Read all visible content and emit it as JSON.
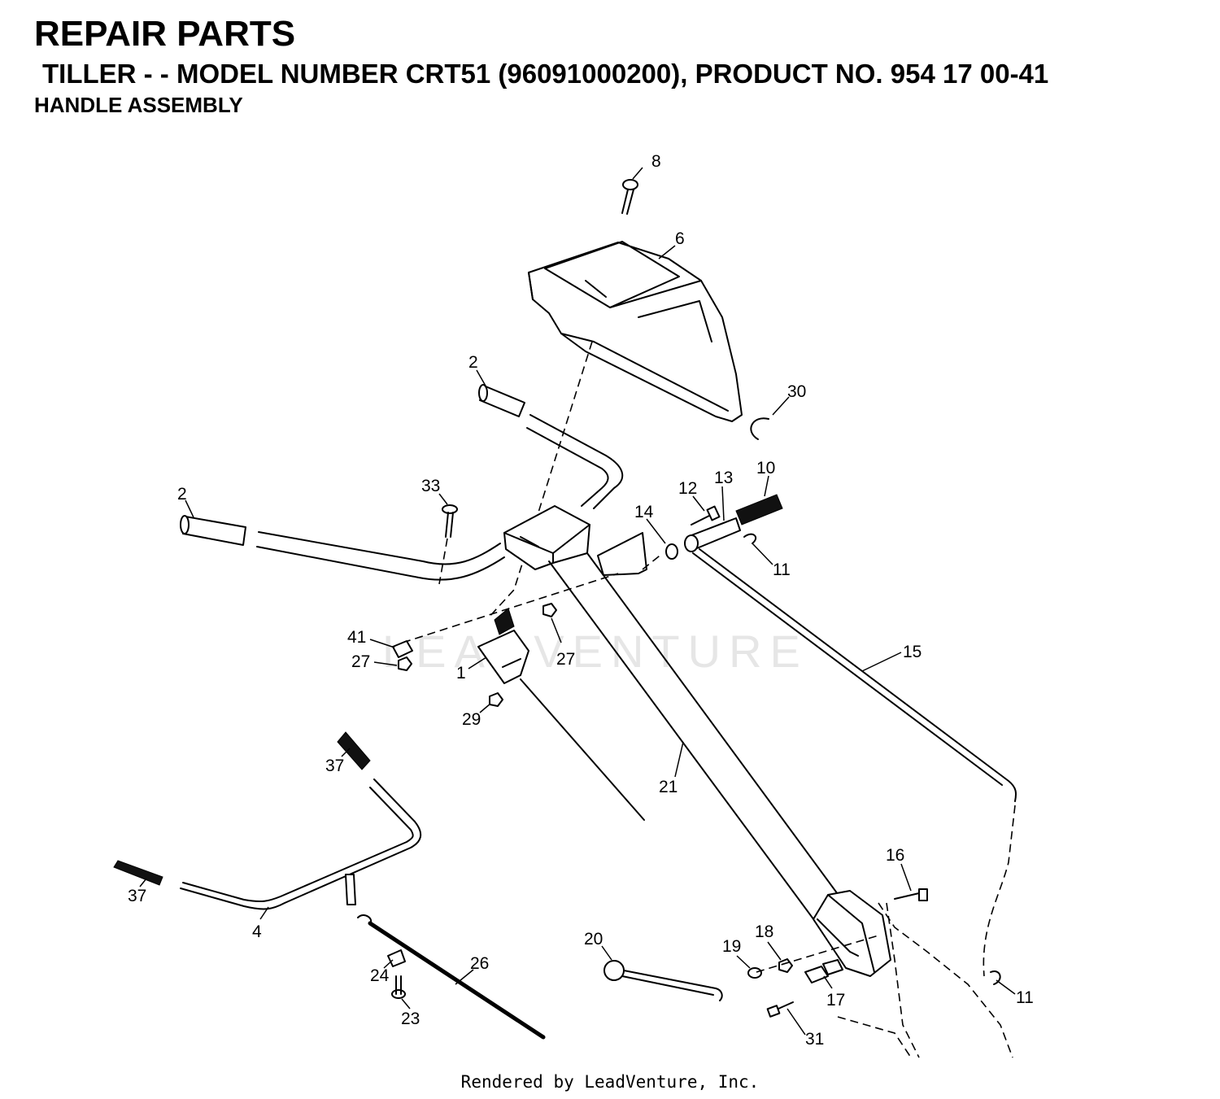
{
  "header": {
    "title": "REPAIR PARTS",
    "subtitle": "TILLER - - MODEL NUMBER CRT51 (96091000200), PRODUCT NO. 954 17 00-41",
    "section": "HANDLE ASSEMBLY"
  },
  "watermark": "LEADVENTURE",
  "footer": "Rendered by LeadVenture, Inc.",
  "callouts": {
    "c8": "8",
    "c6": "6",
    "c2a": "2",
    "c30": "30",
    "c2b": "2",
    "c33": "33",
    "c12": "12",
    "c13": "13",
    "c10": "10",
    "c14": "14",
    "c11a": "11",
    "c41": "41",
    "c27a": "27",
    "c1": "1",
    "c27b": "27",
    "c15": "15",
    "c29": "29",
    "c37a": "37",
    "c21": "21",
    "c37b": "37",
    "c4": "4",
    "c16": "16",
    "c20": "20",
    "c19": "19",
    "c18": "18",
    "c24": "24",
    "c26": "26",
    "c17": "17",
    "c11b": "11",
    "c23": "23",
    "c31": "31"
  }
}
